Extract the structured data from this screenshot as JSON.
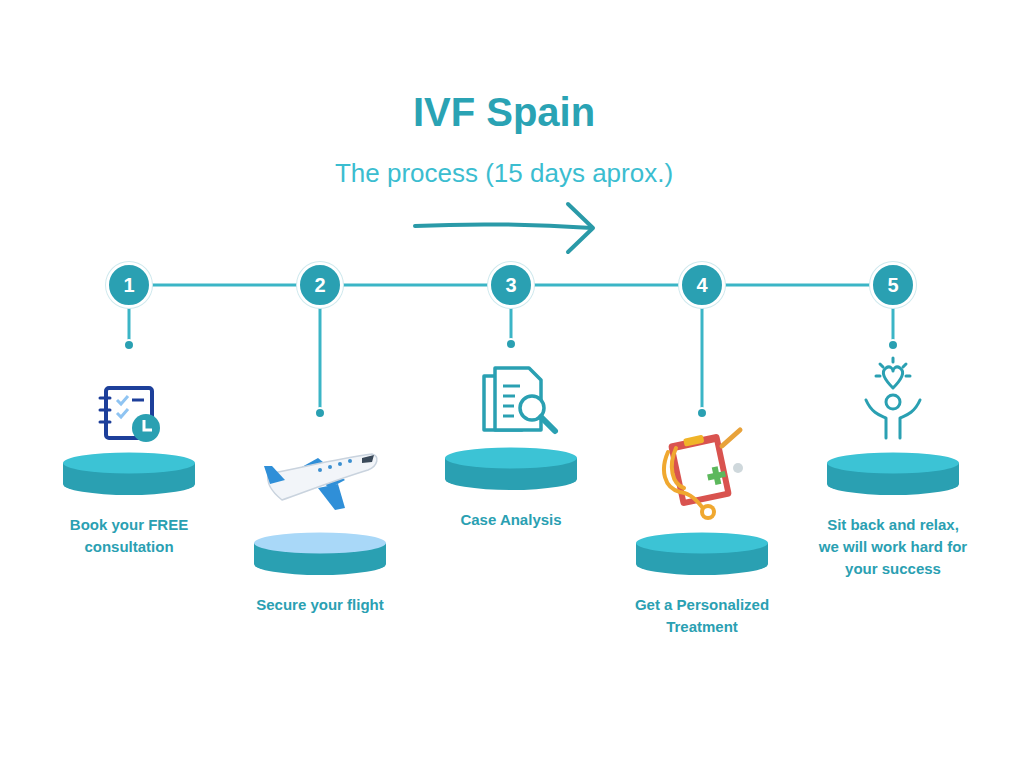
{
  "diagram": {
    "title": "IVF Spain",
    "nodes": [
      {
        "text": [
          "1"
        ]
      },
      {
        "text": [
          "2"
        ]
      },
      {
        "text": [
          "3"
        ]
      },
      {
        "text": [
          "4"
        ]
      },
      {
        "text": [
          "5"
        ]
      },
      {
        "text": [
          "Book your FREE consultation"
        ]
      },
      {
        "text": [
          "Secure your flight"
        ]
      },
      {
        "text": [
          "Case Analysis"
        ]
      },
      {
        "text": [
          "Get a Personalized Treatment"
        ]
      },
      {
        "text": [
          "Sit back and relax, we will work hard for your success"
        ]
      }
    ],
    "edges": [
      {
        "from": 0,
        "to": 1,
        "arrow": "none"
      },
      {
        "from": 1,
        "to": 2,
        "arrow": "none"
      },
      {
        "from": 2,
        "to": 3,
        "arrow": "none"
      },
      {
        "from": 3,
        "to": 4,
        "arrow": "none"
      }
    ],
    "labels": [
      "The process (15 days aprox.)"
    ]
  }
}
